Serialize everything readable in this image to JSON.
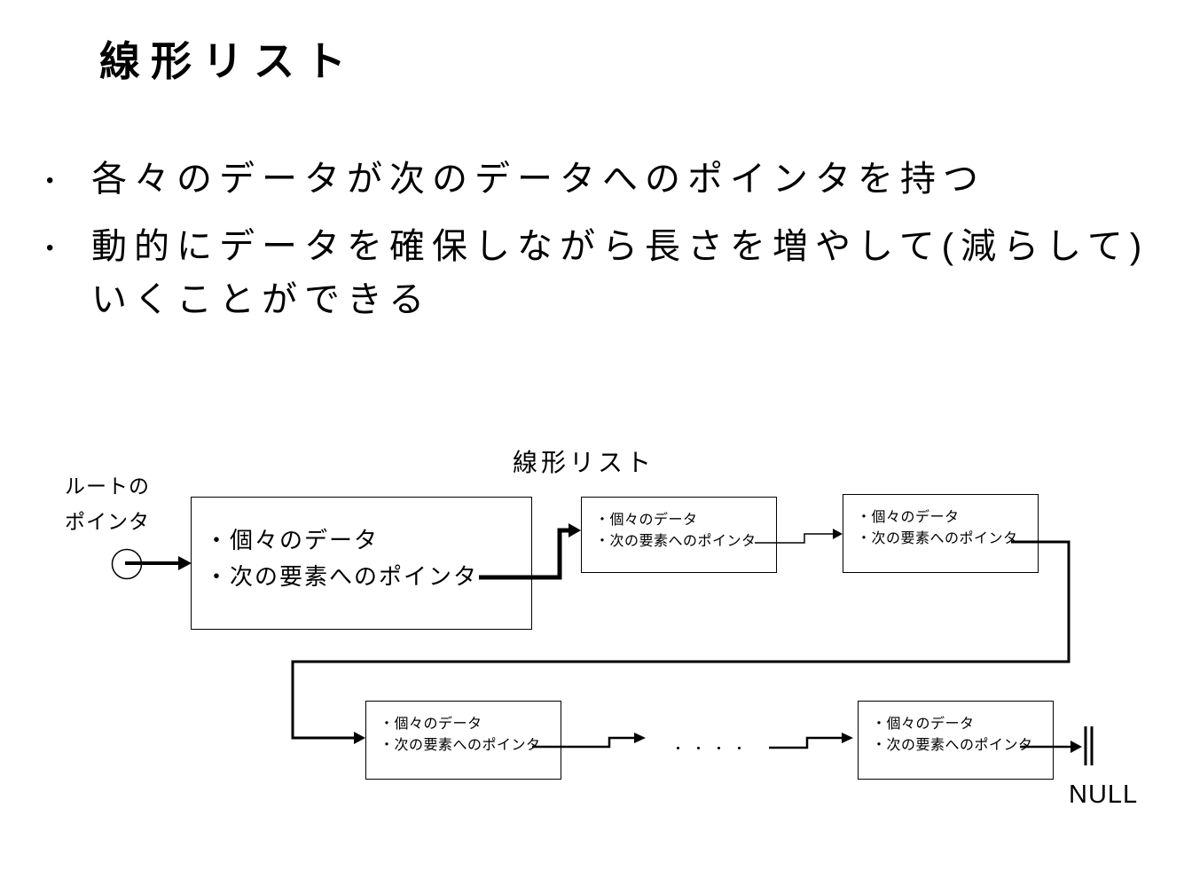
{
  "slide_title": "線形リスト",
  "bullets": {
    "marker": "•",
    "b1_line1": "各々のデータが次のデータへのポインタを持つ",
    "b2_line1": "動的にデータを確保しながら長さを増やして(減らして)",
    "b2_line2": "いくことができる"
  },
  "diagram": {
    "label": "線形リスト",
    "root_pointer_label_line1": "ルートの",
    "root_pointer_label_line2": "ポインタ",
    "nodes": [
      {
        "line1": "・個々のデータ",
        "line2": "・次の要素へのポインタ"
      },
      {
        "line1": "・個々のデータ",
        "line2": "・次の要素へのポインタ"
      },
      {
        "line1": "・個々のデータ",
        "line2": "・次の要素へのポインタ"
      },
      {
        "line1": "・個々のデータ",
        "line2": "・次の要素へのポインタ"
      },
      {
        "line1": "・個々のデータ",
        "line2": "・次の要素へのポインタ"
      }
    ],
    "ellipsis": "・・・・",
    "null_label": "NULL"
  },
  "colors": {
    "ink": "#000000",
    "background": "#ffffff"
  }
}
